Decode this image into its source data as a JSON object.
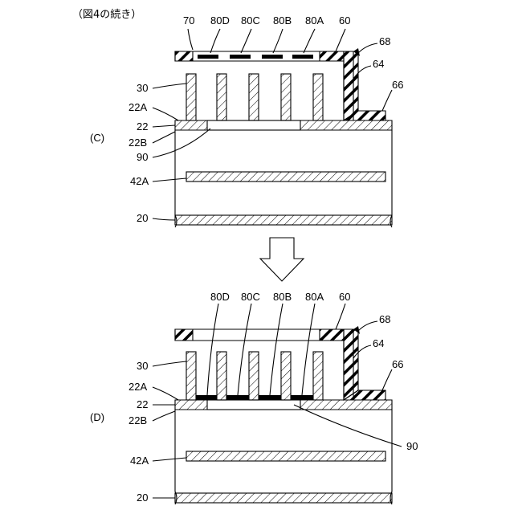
{
  "header": {
    "continuation_note": "（図4の続き）"
  },
  "panel_c": {
    "panel_label": "(C)",
    "labels": {
      "l70": "70",
      "l80D": "80D",
      "l80C": "80C",
      "l80B": "80B",
      "l80A": "80A",
      "l60": "60",
      "l68": "68",
      "l64": "64",
      "l66": "66",
      "l30": "30",
      "l22A": "22A",
      "l22": "22",
      "l22B": "22B",
      "l90": "90",
      "l42A": "42A",
      "l20": "20"
    }
  },
  "panel_d": {
    "panel_label": "(D)",
    "labels": {
      "l80D": "80D",
      "l80C": "80C",
      "l80B": "80B",
      "l80A": "80A",
      "l60": "60",
      "l68": "68",
      "l64": "64",
      "l66": "66",
      "l30": "30",
      "l22A": "22A",
      "l22": "22",
      "l22B": "22B",
      "l90": "90",
      "l42A": "42A",
      "l20": "20"
    }
  },
  "arrow": {
    "direction": "down"
  },
  "colors": {
    "line": "#000000",
    "background": "#ffffff"
  }
}
